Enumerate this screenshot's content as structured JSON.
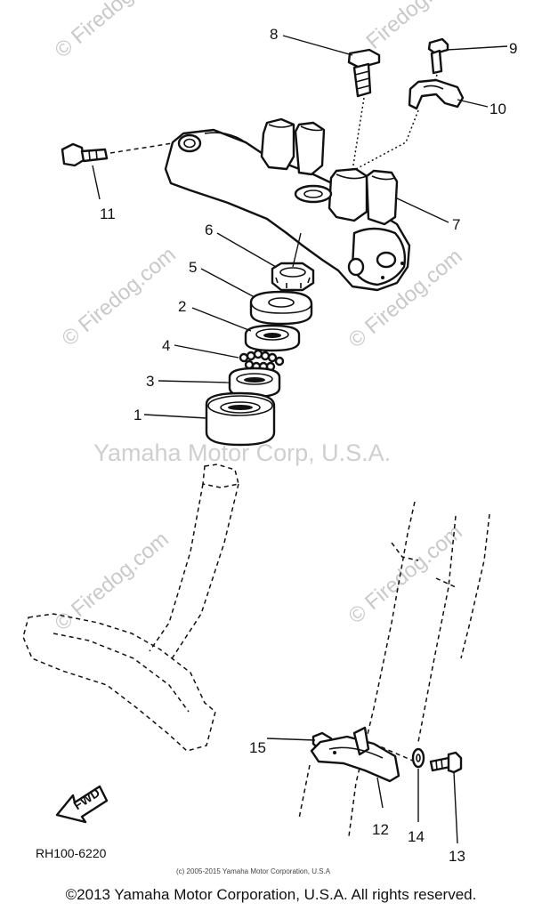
{
  "watermark": {
    "corporation": "Yamaha Motor Corp, U.S.A.",
    "site": "© Firedog.com",
    "site_alt": "Firedog.com"
  },
  "callouts": {
    "p1": "1",
    "p2": "2",
    "p3": "3",
    "p4": "4",
    "p5": "5",
    "p6": "6",
    "p7": "7",
    "p8": "8",
    "p9": "9",
    "p10": "10",
    "p11": "11",
    "p12": "12",
    "p13": "13",
    "p14": "14",
    "p15": "15"
  },
  "fwd_label": "FWD",
  "diagram_code": "RH100-6220",
  "small_copyright": "(c) 2005-2015 Yamaha Motor Corporation, U.S.A",
  "footer": "©2013 Yamaha Motor Corporation, U.S.A. All rights reserved."
}
